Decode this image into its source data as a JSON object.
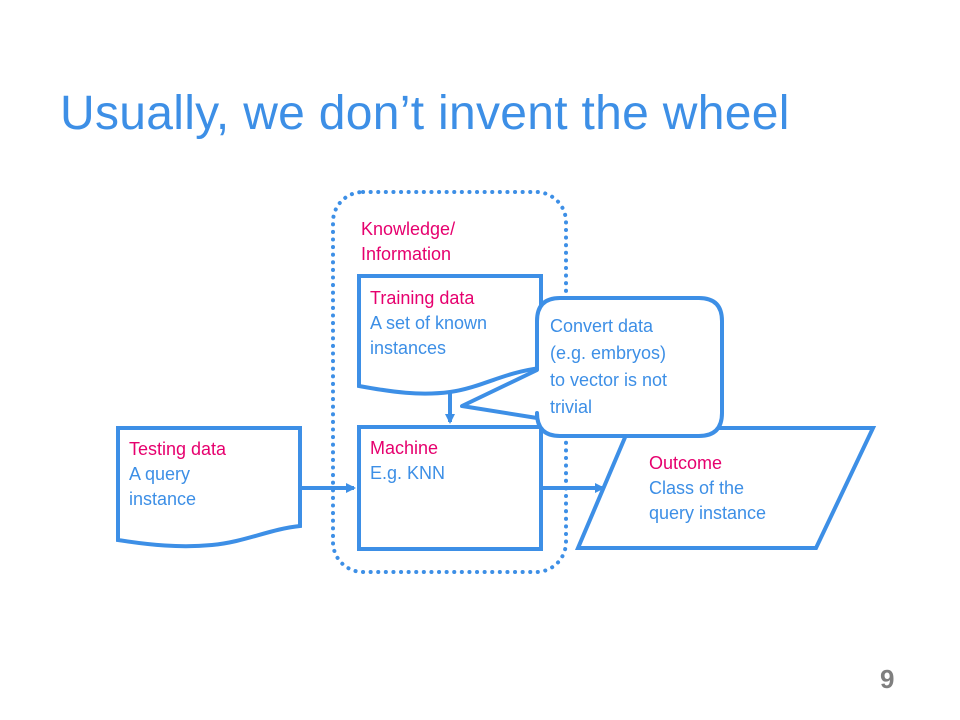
{
  "slide": {
    "title": "Usually, we don’t invent the wheel",
    "page_number": "9"
  },
  "diagram": {
    "knowledge_label_line1": "Knowledge/",
    "knowledge_label_line2": "Information",
    "training": {
      "title": "Training data",
      "line1": "A set of known",
      "line2": "instances"
    },
    "testing": {
      "title": "Testing data",
      "line1": "A query",
      "line2": "instance"
    },
    "machine": {
      "title": "Machine",
      "line1": "E.g. KNN"
    },
    "outcome": {
      "title": "Outcome",
      "line1": "Class of the",
      "line2": "query instance"
    },
    "callout": {
      "line1": "Convert data",
      "line2": "(e.g. embryos)",
      "line3": "to vector is not",
      "line4": "trivial"
    }
  },
  "colors": {
    "accent": "#3d8fe6",
    "label": "#e6006e",
    "page_number": "#7f7f7f"
  }
}
